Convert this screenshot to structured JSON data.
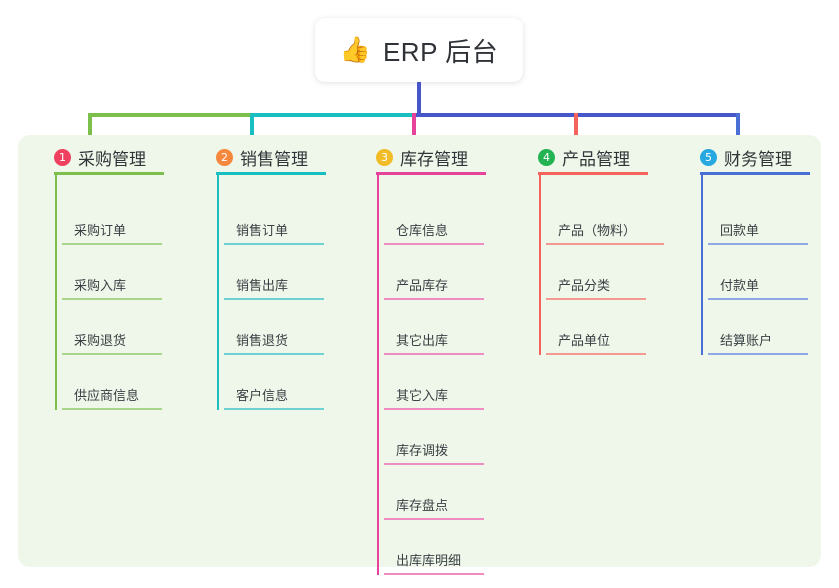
{
  "title": {
    "icon": "thumbs-up-icon",
    "emoji": "👍",
    "text": "ERP 后台"
  },
  "colors": {
    "panel_bg": "#eef7e9",
    "page_bg": "#ffffff",
    "stem": "#4757c9",
    "text": "#303539"
  },
  "columns": [
    {
      "number": "1",
      "title": "采购管理",
      "badge_color": "#ef4060",
      "accent": "#7cc04b",
      "rule_color": "#a8d58a",
      "items": [
        {
          "label": "采购订单"
        },
        {
          "label": "采购入库"
        },
        {
          "label": "采购退货"
        },
        {
          "label": "供应商信息"
        }
      ]
    },
    {
      "number": "2",
      "title": "销售管理",
      "badge_color": "#f5883c",
      "accent": "#19bfc0",
      "rule_color": "#6fd2d2",
      "items": [
        {
          "label": "销售订单"
        },
        {
          "label": "销售出库"
        },
        {
          "label": "销售退货"
        },
        {
          "label": "客户信息"
        }
      ]
    },
    {
      "number": "3",
      "title": "库存管理",
      "badge_color": "#f2bc28",
      "accent": "#e8439a",
      "rule_color": "#ef8cc2",
      "items": [
        {
          "label": "仓库信息"
        },
        {
          "label": "产品库存"
        },
        {
          "label": "其它出库"
        },
        {
          "label": "其它入库"
        },
        {
          "label": "库存调拨"
        },
        {
          "label": "库存盘点"
        },
        {
          "label": "出库库明细"
        }
      ]
    },
    {
      "number": "4",
      "title": "产品管理",
      "badge_color": "#24b352",
      "accent": "#f4645c",
      "rule_color": "#f49a92",
      "items": [
        {
          "label": "产品（物料）",
          "wide": true
        },
        {
          "label": "产品分类"
        },
        {
          "label": "产品单位"
        }
      ]
    },
    {
      "number": "5",
      "title": "财务管理",
      "badge_color": "#28a8e0",
      "accent": "#4a6fd4",
      "rule_color": "#8fa7e2",
      "items": [
        {
          "label": "回款单"
        },
        {
          "label": "付款单"
        },
        {
          "label": "结算账户"
        }
      ]
    }
  ]
}
